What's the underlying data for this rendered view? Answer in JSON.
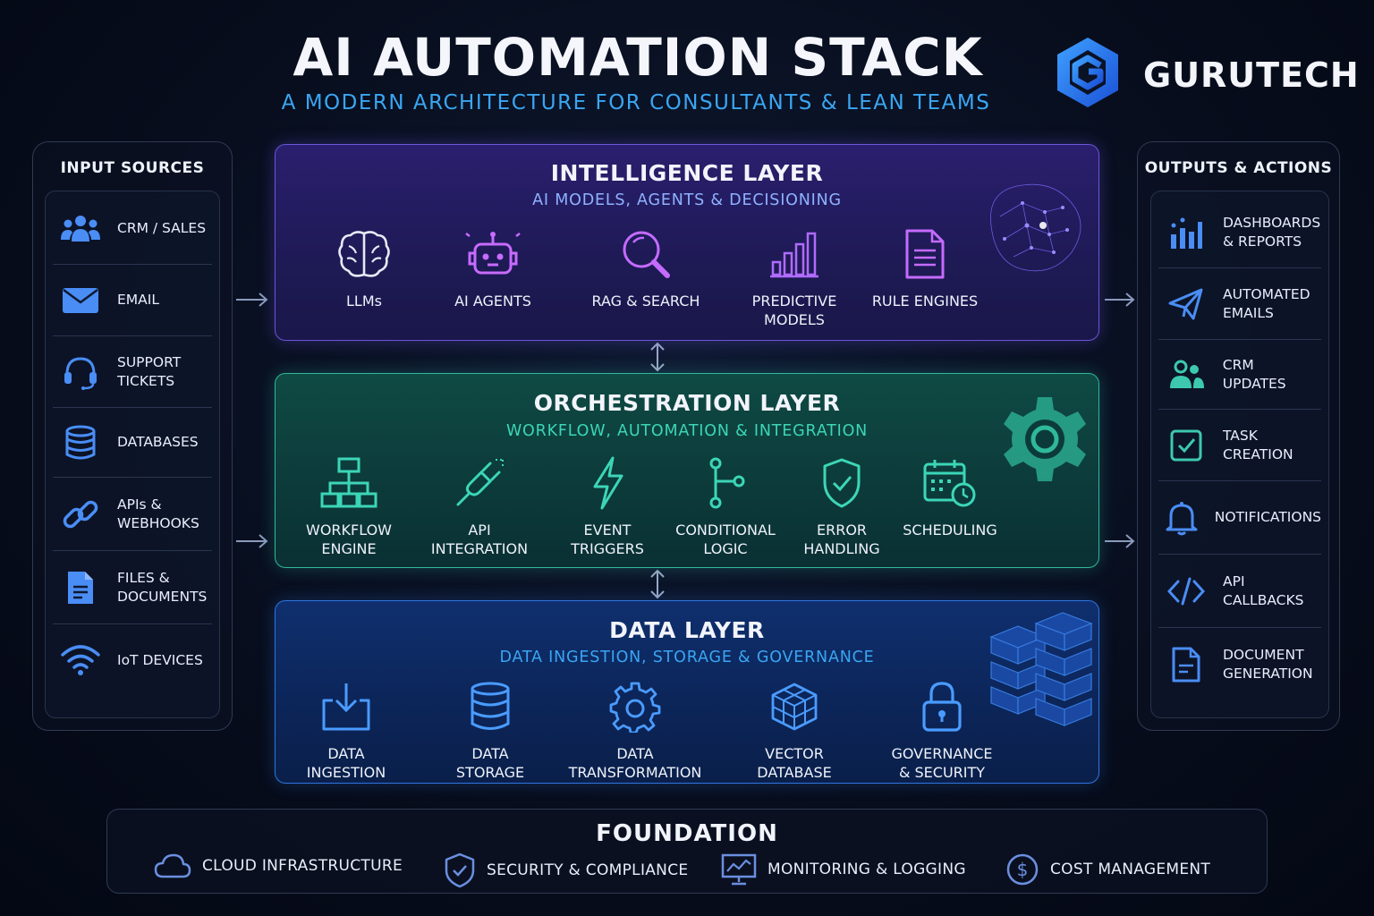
{
  "header": {
    "title": "AI AUTOMATION STACK",
    "subtitle": "A MODERN ARCHITECTURE FOR CONSULTANTS & LEAN TEAMS",
    "brand": "GURUTECH"
  },
  "colors": {
    "intelligence_accent": "#6b55d8",
    "orchestration_accent": "#2fb89b",
    "data_accent": "#2f74e0",
    "subtitle": "#3aa6f2"
  },
  "inputs": {
    "title": "INPUT SOURCES",
    "items": [
      {
        "label": "CRM / SALES",
        "icon": "users-icon"
      },
      {
        "label": "EMAIL",
        "icon": "envelope-icon"
      },
      {
        "label": "SUPPORT\nTICKETS",
        "icon": "headset-icon"
      },
      {
        "label": "DATABASES",
        "icon": "database-icon"
      },
      {
        "label": "APIs &\nWEBHOOKS",
        "icon": "link-icon"
      },
      {
        "label": "FILES &\nDOCUMENTS",
        "icon": "document-icon"
      },
      {
        "label": "IoT DEVICES",
        "icon": "wifi-icon"
      }
    ]
  },
  "outputs": {
    "title": "OUTPUTS & ACTIONS",
    "items": [
      {
        "label": "DASHBOARDS\n& REPORTS",
        "icon": "bar-chart-icon"
      },
      {
        "label": "AUTOMATED\nEMAILS",
        "icon": "paper-plane-icon"
      },
      {
        "label": "CRM UPDATES",
        "icon": "users-icon"
      },
      {
        "label": "TASK\nCREATION",
        "icon": "checkbox-icon"
      },
      {
        "label": "NOTIFICATIONS",
        "icon": "bell-icon"
      },
      {
        "label": "API\nCALLBACKS",
        "icon": "code-icon"
      },
      {
        "label": "DOCUMENT\nGENERATION",
        "icon": "document-icon"
      }
    ]
  },
  "intelligence": {
    "title": "INTELLIGENCE LAYER",
    "subtitle": "AI MODELS, AGENTS & DECISIONING",
    "items": [
      {
        "label": "LLMs",
        "icon": "brain-icon"
      },
      {
        "label": "AI AGENTS",
        "icon": "robot-icon"
      },
      {
        "label": "RAG & SEARCH",
        "icon": "magnifier-icon"
      },
      {
        "label": "PREDICTIVE\nMODELS",
        "icon": "bar-chart-icon"
      },
      {
        "label": "RULE ENGINES",
        "icon": "document-icon"
      }
    ]
  },
  "orchestration": {
    "title": "ORCHESTRATION LAYER",
    "subtitle": "WORKFLOW, AUTOMATION & INTEGRATION",
    "items": [
      {
        "label": "WORKFLOW\nENGINE",
        "icon": "flowchart-icon"
      },
      {
        "label": "API\nINTEGRATION",
        "icon": "plug-icon"
      },
      {
        "label": "EVENT\nTRIGGERS",
        "icon": "lightning-icon"
      },
      {
        "label": "CONDITIONAL\nLOGIC",
        "icon": "branch-icon"
      },
      {
        "label": "ERROR\nHANDLING",
        "icon": "shield-check-icon"
      },
      {
        "label": "SCHEDULING",
        "icon": "calendar-clock-icon"
      }
    ]
  },
  "data_layer": {
    "title": "DATA LAYER",
    "subtitle": "DATA INGESTION, STORAGE & GOVERNANCE",
    "items": [
      {
        "label": "DATA\nINGESTION",
        "icon": "download-tray-icon"
      },
      {
        "label": "DATA\nSTORAGE",
        "icon": "database-icon"
      },
      {
        "label": "DATA\nTRANSFORMATION",
        "icon": "gear-icon"
      },
      {
        "label": "VECTOR\nDATABASE",
        "icon": "cube-icon"
      },
      {
        "label": "GOVERNANCE\n& SECURITY",
        "icon": "lock-icon"
      }
    ]
  },
  "foundation": {
    "title": "FOUNDATION",
    "items": [
      {
        "label": "CLOUD INFRASTRUCTURE",
        "icon": "cloud-icon"
      },
      {
        "label": "SECURITY & COMPLIANCE",
        "icon": "shield-check-icon"
      },
      {
        "label": "MONITORING & LOGGING",
        "icon": "monitor-chart-icon"
      },
      {
        "label": "COST MANAGEMENT",
        "icon": "dollar-icon"
      }
    ]
  }
}
